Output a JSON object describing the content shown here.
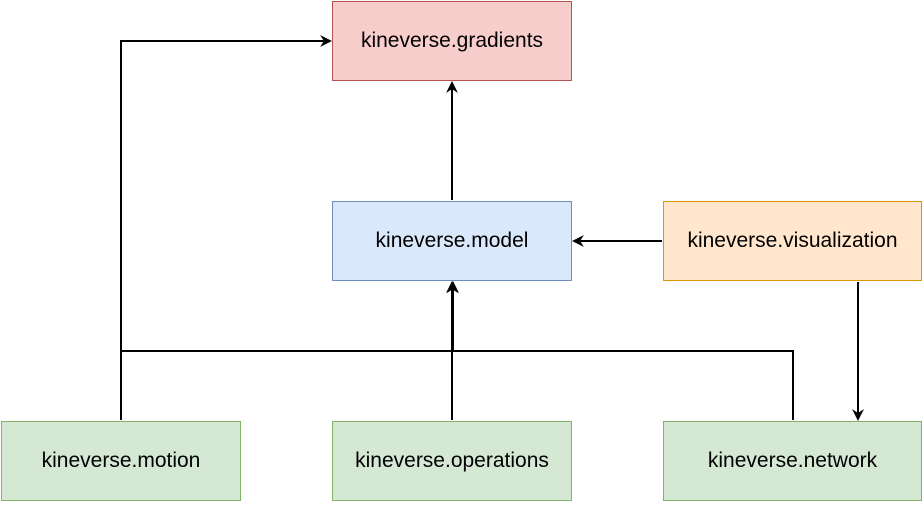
{
  "diagram": {
    "nodes": {
      "gradients": "kineverse.gradients",
      "model": "kineverse.model",
      "visualization": "kineverse.visualization",
      "motion": "kineverse.motion",
      "operations": "kineverse.operations",
      "network": "kineverse.network"
    },
    "edges": [
      {
        "from": "model",
        "to": "gradients"
      },
      {
        "from": "visualization",
        "to": "model"
      },
      {
        "from": "visualization",
        "to": "network"
      },
      {
        "from": "operations",
        "to": "model"
      },
      {
        "from": "motion",
        "to": "gradients"
      },
      {
        "from": "network",
        "to": "model"
      }
    ]
  }
}
